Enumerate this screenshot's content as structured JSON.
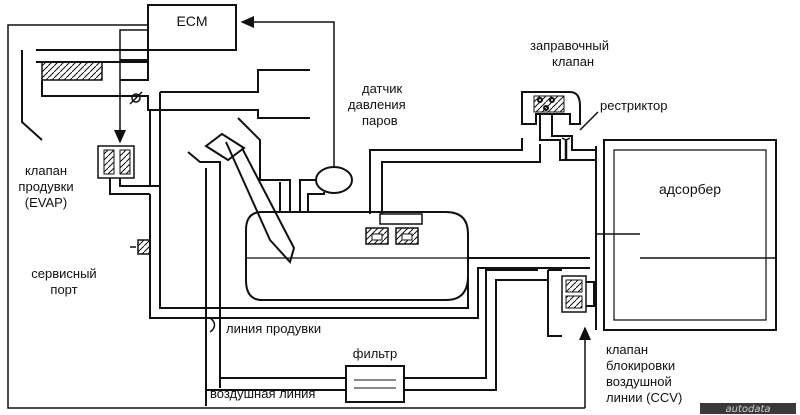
{
  "labels": {
    "ecm": "ECM",
    "pressure_sensor": [
      "датчик",
      "давления",
      "паров"
    ],
    "filler_valve": [
      "заправочный",
      "клапан"
    ],
    "restrictor": "рестриктор",
    "purge_valve": [
      "клапан",
      "продувки",
      "(EVAP)"
    ],
    "adsorber": "адсорбер",
    "service_port": [
      "сервисный",
      "порт"
    ],
    "purge_line": "линия продувки",
    "filter": "фильтр",
    "air_line": "воздушная линия",
    "ccv_valve": [
      "клапан",
      "блокировки",
      "воздушной",
      "линии (CCV)"
    ]
  },
  "watermark": "autodata",
  "colors": {
    "line": "#111111",
    "background": "#ffffff",
    "watermark": "#cfcfcf"
  }
}
